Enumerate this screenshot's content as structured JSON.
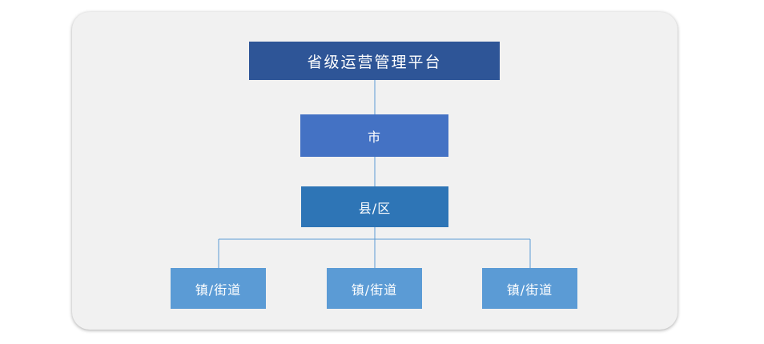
{
  "diagram": {
    "root": {
      "label": "省级运营管理平台"
    },
    "city": {
      "label": "市"
    },
    "county": {
      "label": "县/区"
    },
    "towns": [
      {
        "label": "镇/街道"
      },
      {
        "label": "镇/街道"
      },
      {
        "label": "镇/街道"
      }
    ]
  },
  "colors": {
    "panel_bg": "#f1f1f1",
    "root_bg": "#2e5597",
    "city_bg": "#4472c4",
    "county_bg": "#2e75b6",
    "town_bg": "#5b9bd5",
    "connector": "#5b9bd5",
    "text": "#ffffff"
  }
}
